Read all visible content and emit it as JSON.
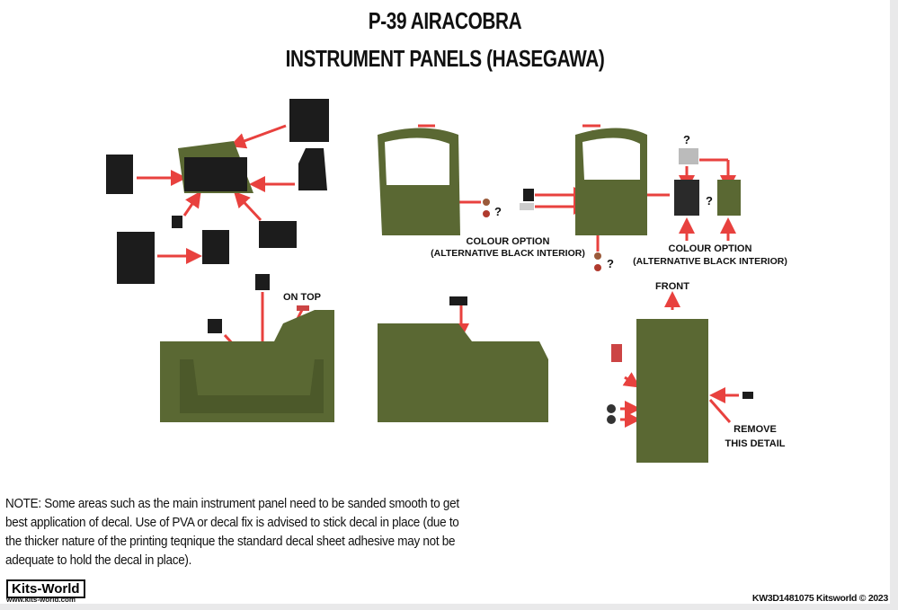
{
  "header": {
    "title": "P-39 AIRACOBRA",
    "subtitle": "INSTRUMENT PANELS (HASEGAWA)"
  },
  "labels": {
    "colour_option": "COLOUR OPTION",
    "alt_black": "(ALTERNATIVE BLACK INTERIOR)",
    "question": "?",
    "on_top": "ON TOP",
    "front": "FRONT",
    "remove_1": "REMOVE",
    "remove_2": "THIS DETAIL"
  },
  "note": "NOTE: Some areas such as the main instrument panel need to be sanded smooth to get best application of decal. Use of PVA or decal fix is advised to stick decal in place (due to the thicker nature of the printing teqnique the standard decal sheet adhesive may not be adequate to hold the decal in place).",
  "footer": {
    "logo": "Kits-World",
    "logo_url": "www.kits-world.com",
    "code": "KW3D1481075 Kitsworld © 2023"
  },
  "colors": {
    "olive": "#5a6833",
    "red": "#e8413e",
    "black": "#1c1c1c"
  }
}
